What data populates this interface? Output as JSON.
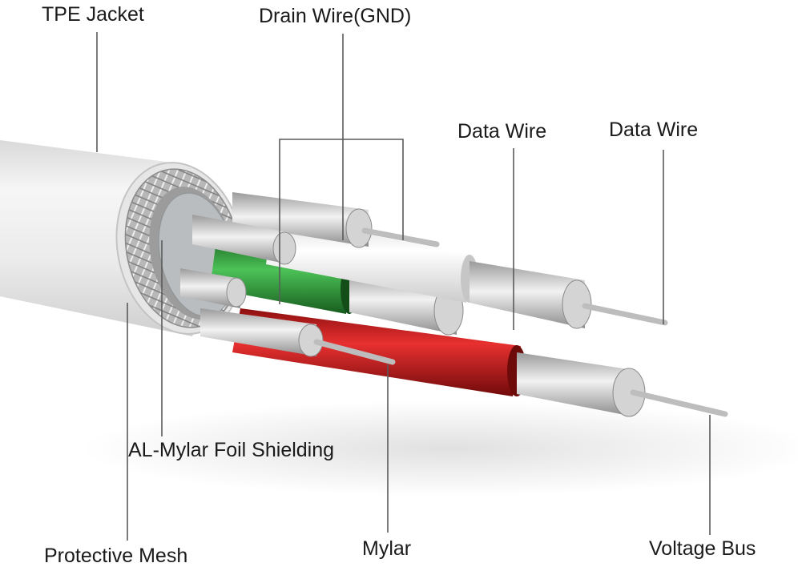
{
  "diagram": {
    "labels": {
      "tpe_jacket": "TPE Jacket",
      "drain_wire": "Drain Wire(GND)",
      "data_wire_1": "Data Wire",
      "data_wire_2": "Data Wire",
      "foil_shielding": "AL-Mylar Foil Shielding",
      "protective_mesh": "Protective Mesh",
      "mylar": "Mylar",
      "voltage_bus": "Voltage Bus"
    },
    "colors": {
      "jacket": "#efefef",
      "green_insulation": "#2f9a3a",
      "red_insulation": "#c81e1e",
      "white_insulation": "#f7f7f7",
      "strand": "#c8c8c8",
      "leader_line": "#5a5a5a"
    }
  }
}
